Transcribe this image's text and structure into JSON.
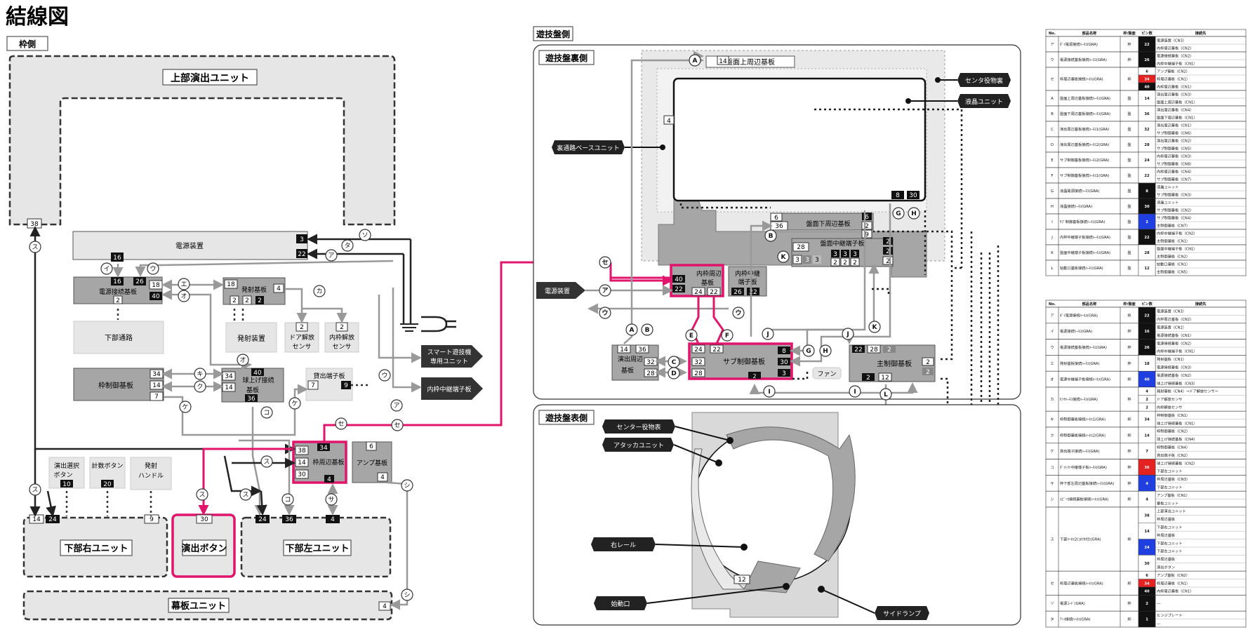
{
  "title": "結線図",
  "sections": {
    "frame_side": "枠側",
    "board_side": "遊技盤側",
    "board_back": "遊技盤裏側",
    "board_front": "遊技盤表側"
  },
  "units": {
    "upper_unit": "上部演出ユニット",
    "power_device": "電源装置",
    "power_relay_board": "電源接続基板",
    "firing_board": "発射基板",
    "firing_device": "発射装置",
    "lower_passage": "下部通路",
    "door_sensor": [
      "ドア解放",
      "センサ"
    ],
    "inner_frame_sensor": [
      "内枠解放",
      "センサ"
    ],
    "frame_control": "枠制御基板",
    "ball_lift": [
      "球上げ接続",
      "基板"
    ],
    "lending_terminal": "貸出端子板",
    "smart_unit": [
      "スマート遊技機",
      "専用ユニット"
    ],
    "inner_frame_relay": "内枠中継端子板",
    "effect_select": [
      "演出選択",
      "ボタン"
    ],
    "count_button": "計数ボタン",
    "firing_handle": [
      "発射",
      "ハンドル"
    ],
    "frame_periph": "枠周辺基板",
    "amp_board": "アンプ基板",
    "lower_right_unit": "下部右ユニット",
    "effect_button": "演出ボタン",
    "lower_left_unit": "下部左ユニット",
    "curtain_unit": "幕板ユニット",
    "board_upper_periph": "盤面上周辺基板",
    "center_back": "センタ役物裏",
    "lcd_unit": "液晶ユニット",
    "back_passage_base": "裏通路ベースユニット",
    "board_lower_periph": "盤面下周辺基板",
    "board_relay_terminal": "盤面中継端子板",
    "power_device_2": "電源装置",
    "inner_periph": [
      "内枠周辺",
      "基板"
    ],
    "inner_relay": [
      "内枠中継",
      "端子板"
    ],
    "effect_periph": [
      "演出周辺",
      "基板"
    ],
    "sub_control": "サブ制御基板",
    "fan": "ファン",
    "main_control": "主制御基板",
    "center_front": "センター役物表",
    "attacker": "アタッカユニット",
    "right_rail": "右レール",
    "start_port": "始動口",
    "side_lamp": "サイドランプ"
  },
  "table1": {
    "headers": [
      "No.",
      "部品名称",
      "枠/盤面",
      "ピン数",
      "接続先"
    ],
    "rows": [
      {
        "no": "ア",
        "name": "ﾀﾞｲ電源接続ﾊｰﾈｽ(GRA)",
        "side": "枠",
        "pins": "22",
        "dest": [
          "電源装置（CN3）",
          "内枠周辺基板（CN2）"
        ],
        "pin_color": "black"
      },
      {
        "no": "ウ",
        "name": "電源接続基板接続ﾊｰﾈｽ(GRA)",
        "side": "枠",
        "pins": "26",
        "dest": [
          "電源接続基板（CN2）",
          "内枠中継端子板（CN1）"
        ],
        "pin_color": "black"
      },
      {
        "no": "セ",
        "name": "枠周辺基板接続ﾊｰﾈｽ(GRA)",
        "side": "枠",
        "pins": [
          "6",
          "34",
          "40"
        ],
        "dest": [
          "アンプ基板（CN2）",
          "枠周辺基板（CN1）",
          "内枠周辺基板（CN1）"
        ],
        "pin_color": "multi"
      },
      {
        "no": "A",
        "name": "盤面上周辺基板接続ﾊｰﾈｽ(GRA)",
        "side": "盤",
        "pins": "14",
        "dest": [
          "演出周辺基板（CN3）",
          "盤面上周辺基板（CN1）"
        ],
        "pin_color": "white"
      },
      {
        "no": "B",
        "name": "盤面下周辺基板接続ﾊｰﾈｽ(GRA)",
        "side": "盤",
        "pins": "36",
        "dest": [
          "演出周辺基板（CN4）",
          "盤面下周辺基板（CN1）"
        ],
        "pin_color": "white"
      },
      {
        "no": "C",
        "name": "演出周辺基板接続ﾊｰﾈｽ1(GRA)",
        "side": "盤",
        "pins": "32",
        "dest": [
          "演出周辺基板（CN1）",
          "サブ制御基板（CN6）"
        ],
        "pin_color": "white"
      },
      {
        "no": "D",
        "name": "演出周辺基板接続ﾊｰﾈｽ2(GRA)",
        "side": "盤",
        "pins": "28",
        "dest": [
          "演出周辺基板（CN2）",
          "サブ制御基板（CN5）"
        ],
        "pin_color": "white"
      },
      {
        "no": "E",
        "name": "サブ制御基板接続ﾊｰﾈｽ2(GRA)",
        "side": "盤",
        "pins": "24",
        "dest": [
          "内枠周辺基板（CN3）",
          "サブ制御基板（CN8）"
        ],
        "pin_color": "white"
      },
      {
        "no": "F",
        "name": "サブ制御基板接続ﾊｰﾈｽ1(GRA)",
        "side": "盤",
        "pins": "22",
        "dest": [
          "内枠周辺基板（CN4）",
          "サブ制御基板（CN7）"
        ],
        "pin_color": "white"
      },
      {
        "no": "G",
        "name": "液晶電源接続ﾊｰﾈｽ(GRA)",
        "side": "盤",
        "pins": "8",
        "dest": [
          "液晶ユニット",
          "サブ制御基板（CN3）"
        ],
        "pin_color": "black"
      },
      {
        "no": "H",
        "name": "液晶接続ﾊｰﾈｽ(GRA)",
        "side": "盤",
        "pins": "30",
        "dest": [
          "液晶ユニット",
          "サブ制御基板（CN2）"
        ],
        "pin_color": "black"
      },
      {
        "no": "I",
        "name": "ｻﾌﾞ制御基板接続ﾊｰﾈｽ(GRA)",
        "side": "盤",
        "pins": "2",
        "dest": [
          "サブ制御基板（CN4）",
          "主制御基板（CN7）"
        ],
        "pin_color": "blue"
      },
      {
        "no": "J",
        "name": "内枠中継端子板接続ﾊｰﾈｽ(GRA)",
        "side": "盤",
        "pins": "22",
        "dest": [
          "内枠中継端子板（CN2）",
          "主制御基板（CN1）"
        ],
        "pin_color": "black"
      },
      {
        "no": "K",
        "name": "盤面中継端子板接続ﾊｰﾈｽ(GRA)",
        "side": "盤",
        "pins": "28",
        "dest": [
          "盤面中継端子板（CN1）",
          "主制御基板（CN2）"
        ],
        "pin_color": "white"
      },
      {
        "no": "L",
        "name": "始動口基板接続ﾊｰﾈｽ(GRA)",
        "side": "盤",
        "pins": "12",
        "dest": [
          "始動口基板（CN1）",
          "主制御基板（CN5）"
        ],
        "pin_color": "white"
      }
    ]
  },
  "table2": {
    "headers": [
      "No.",
      "部品名称",
      "枠/盤面",
      "ピン数",
      "接続先"
    ],
    "rows": [
      {
        "no": "ア",
        "name": "ﾀﾞｲ電源接続ﾊｰﾈｽ(GRA)",
        "side": "枠",
        "pins": "22",
        "dest": [
          "電源装置（CN3）",
          "内枠周辺基板（CN2）"
        ],
        "pin_color": "black"
      },
      {
        "no": "イ",
        "name": "電源接続ﾊｰﾈｽ(GRA)",
        "side": "枠",
        "pins": "16",
        "dest": [
          "電源装置（CN2）",
          "電源接続基板（CN1）"
        ],
        "pin_color": "black"
      },
      {
        "no": "ウ",
        "name": "電源接続基板接続ﾊｰﾈｽ(GRA)",
        "side": "枠",
        "pins": "26",
        "dest": [
          "電源接続基板（CN2）",
          "内枠中継端子板（CN1）"
        ],
        "pin_color": "black"
      },
      {
        "no": "エ",
        "name": "発射基板接続ﾊｰﾈｽ(GRA)",
        "side": "枠",
        "pins": "18",
        "dest": [
          "発射基板（CN1）",
          "電源接続基板（CN3）"
        ],
        "pin_color": "white"
      },
      {
        "no": "オ",
        "name": "電源中継端子板接続ﾊｰﾈｽ(GRA)",
        "side": "枠",
        "pins": "40",
        "dest": [
          "電源接続基板（CN2）",
          "球上げ接続基板（CN3）"
        ],
        "pin_color": "blue"
      },
      {
        "no": "カ",
        "name": "ｾﾝｻﾊｰﾈｽ接続ﾊｰﾈｽ(GRA)",
        "side": "枠",
        "pins": [
          "4",
          "2",
          "2"
        ],
        "dest": [
          "発射基板（CN4）→ドア解放センサー",
          "ドア解放センサ",
          "内枠解放センサ"
        ],
        "pin_color": "white"
      },
      {
        "no": "キ",
        "name": "枠制御基板接続ﾊｰﾈｽ1(GRA)",
        "side": "枠",
        "pins": "34",
        "dest": [
          "枠制御基板（CN1）",
          "球上げ接続基板（CN1）"
        ],
        "pin_color": "white"
      },
      {
        "no": "ク",
        "name": "枠制御基板接続ﾊｰﾈｽ2(GRA)",
        "side": "枠",
        "pins": "14",
        "dest": [
          "枠制御基板（CN2）",
          "球上げ接続基板（CN4）"
        ],
        "pin_color": "white"
      },
      {
        "no": "ケ",
        "name": "貸出端子接続ﾊｰﾈｽ(GRA)",
        "side": "枠",
        "pins": "7",
        "dest": [
          "枠制御基板（CN4）",
          "貸出端子板（CN2）"
        ],
        "pin_color": "white"
      },
      {
        "no": "コ",
        "name": "ﾀﾞｲﾚｸﾄ中継端子板ﾊｰﾈｽ(GRA)",
        "side": "枠",
        "pins": "36",
        "dest": [
          "球上げ接続基板（CN2）",
          "下部左ユニット"
        ],
        "pin_color": "red"
      },
      {
        "no": "サ",
        "name": "枠下部左周辺基板接続ﾊｰﾈｽ(GRA)",
        "side": "枠",
        "pins": "4",
        "dest": [
          "枠周辺基板（CN3）",
          "下部左ユニット"
        ],
        "pin_color": "blue"
      },
      {
        "no": "シ",
        "name": "ｽﾋﾟｰｶ接続基板接続ﾊｰﾈｽ(GRA)",
        "side": "枠",
        "pins": "4",
        "dest": [
          "アンプ基板（CN1）",
          "幕板ユニット"
        ],
        "pin_color": "white"
      },
      {
        "no": "ス",
        "name": "下部ﾊｰﾈｽ2(ｺﾈｸﾀ付)(GRA)",
        "side": "枠",
        "pins": [
          "38",
          "14",
          "24",
          "30"
        ],
        "dest": [
          "上部演出ユニット",
          "枠周辺基板",
          "下部右ユニット",
          "枠周辺基板",
          "下部右ユニット",
          "下部左ユニット",
          "枠周辺基板",
          "演出ボタン"
        ],
        "pin_color": "multi"
      },
      {
        "no": "セ",
        "name": "枠周辺基板接続ﾊｰﾈｽ(GRA)",
        "side": "枠",
        "pins": [
          "6",
          "34",
          "40"
        ],
        "dest": [
          "アンプ基板（CN2）",
          "枠周辺基板（CN1）",
          "内枠周辺基板（CN1）"
        ],
        "pin_color": "multi"
      },
      {
        "no": "ソ",
        "name": "電源ｺｰﾄﾞ(GRA)",
        "side": "枠",
        "pins": "2",
        "dest": [
          "―"
        ],
        "pin_color": "black"
      },
      {
        "no": "タ",
        "name": "ｱｰｽ接続ﾊｰﾈｽ(GRA)",
        "side": "枠",
        "pins": "1",
        "dest": [
          "ヒンジプレート",
          "―"
        ],
        "pin_color": "black"
      }
    ]
  },
  "colors": {
    "accent": "#e0156b",
    "panel_dark": "#a6a6a6",
    "panel_light": "#e4e4e4",
    "pin_red": "#e52222",
    "pin_blue": "#1f3fe0"
  }
}
